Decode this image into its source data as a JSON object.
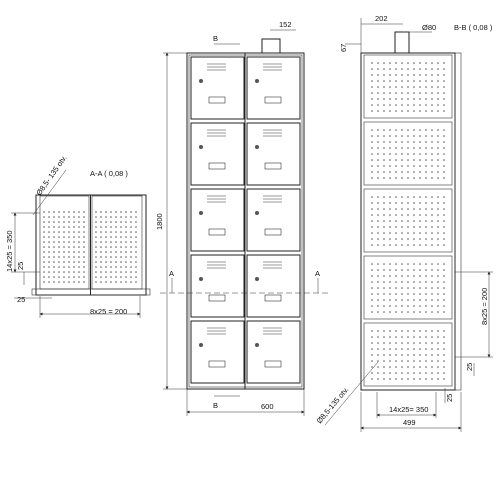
{
  "section_aa": {
    "title": "A-A ( 0,08 )",
    "perforation_note": "Ø8,5- 135 otv.",
    "dim_height": "14x25 = 350",
    "dim_25_left": "25",
    "dim_25_bottom": "25",
    "dim_width": "8x25 = 200"
  },
  "front_view": {
    "section_mark_b": "B",
    "section_mark_a": "A",
    "dim_vent": "152",
    "dim_height": "1800",
    "dim_width": "600"
  },
  "section_bb": {
    "title": "B-B ( 0,08 )",
    "dim_top": "202",
    "dim_vent_diameter": "Ø80",
    "dim_offset": "67",
    "dim_right_height": "8x25 = 200",
    "dim_25_a": "25",
    "dim_25_b": "25",
    "perforation_note": "Ø8,5-135 otv.",
    "dim_bottom_inner": "14x25= 350",
    "dim_bottom_outer": "499"
  }
}
